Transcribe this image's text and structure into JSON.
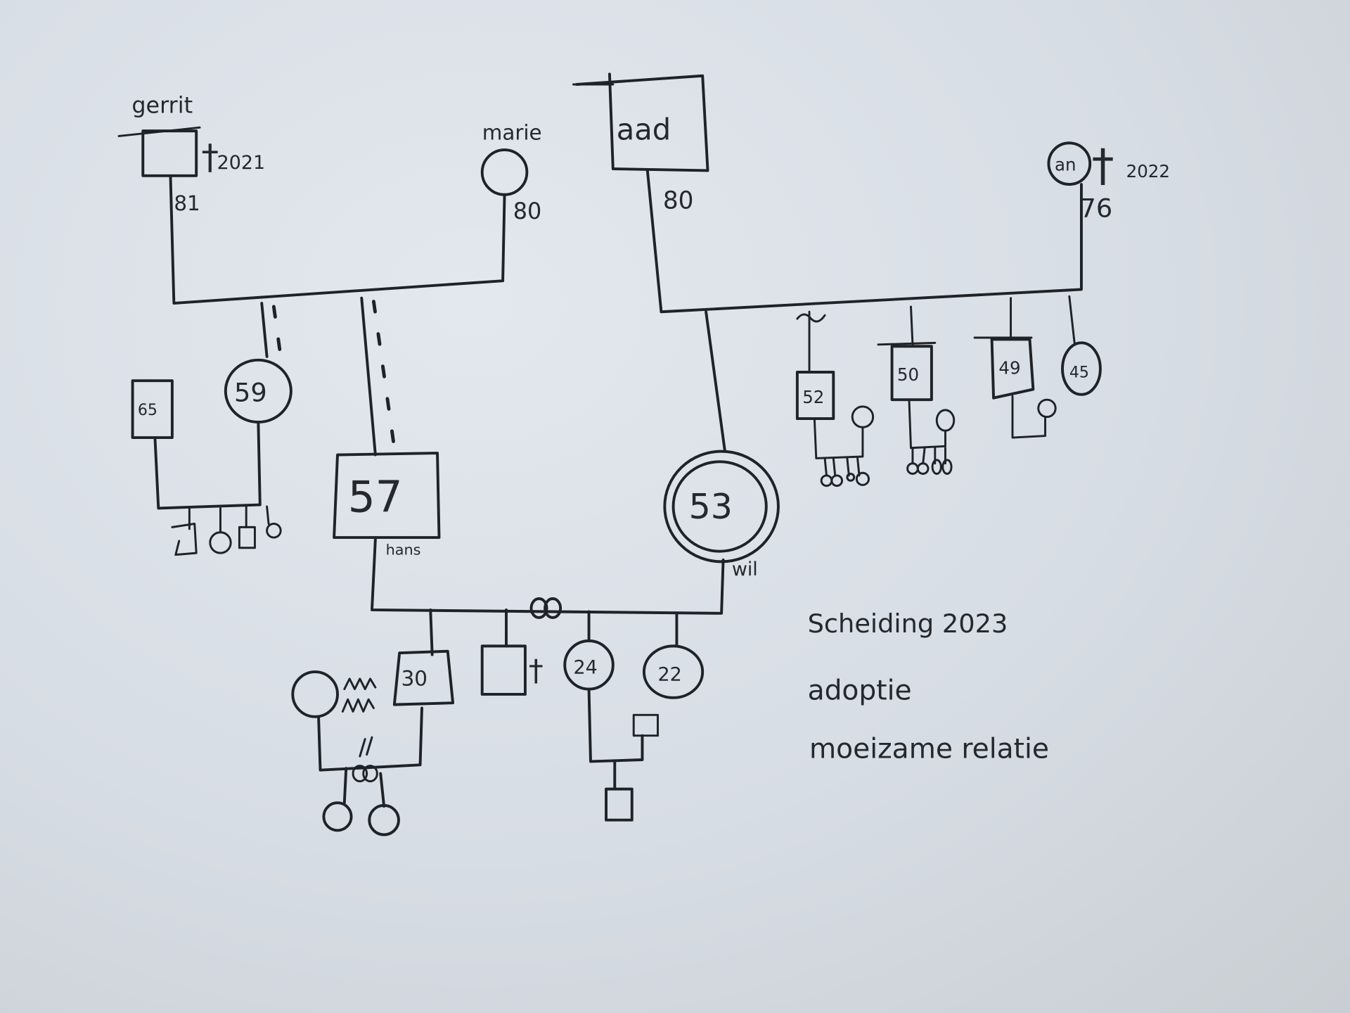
{
  "diagram": {
    "type": "genogram",
    "ink_color": "#1f2226",
    "paper_color": "#dde2e8",
    "grandparents": {
      "paternal_grandfather": {
        "name": "gerrit",
        "age": "81",
        "deceased": "†",
        "death_year": "2021"
      },
      "paternal_grandmother": {
        "name": "marie",
        "age": "80"
      },
      "maternal_grandfather": {
        "name": "aad",
        "age": "80"
      },
      "maternal_grandmother": {
        "name": "an",
        "age": "76",
        "deceased": "†",
        "death_year": "2022"
      }
    },
    "parents_generation": {
      "aunt_paternal": {
        "age": "59"
      },
      "aunt_partner": {
        "age": "65"
      },
      "father": {
        "name": "hans",
        "age": "57"
      },
      "mother": {
        "name": "wil",
        "age": "53"
      },
      "maternal_siblings": [
        {
          "age": "52"
        },
        {
          "age": "50"
        },
        {
          "age": "49"
        },
        {
          "age": "45"
        }
      ]
    },
    "children_generation": {
      "son_1": {
        "age": "30"
      },
      "son_2": {
        "deceased": "†"
      },
      "daughter_1": {
        "age": "24"
      },
      "daughter_2": {
        "age": "22"
      }
    },
    "legend": [
      {
        "symbol": "divorce-symbol",
        "label": "Scheiding 2023"
      },
      {
        "symbol": "adoption-symbol",
        "label": "adoptie"
      },
      {
        "symbol": "conflict-symbol",
        "label": "moeizame relatie"
      }
    ]
  }
}
